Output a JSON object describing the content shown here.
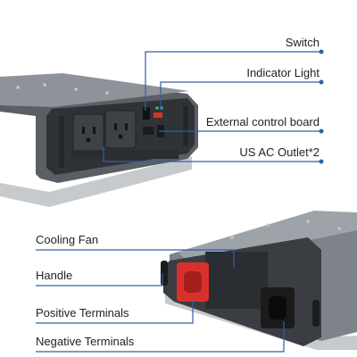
{
  "colors": {
    "callout_line": "#2f5fa7",
    "housing_dark": "#3b3e42",
    "housing_light": "#8a8f96",
    "positive_terminal": "#d8312b",
    "negative_terminal": "#1b1b1b",
    "accent_led": "#27c46b"
  },
  "top_labels": {
    "switch": "Switch",
    "indicator": "Indicator Light",
    "control_board": "External control board",
    "outlet": "US AC Outlet*2"
  },
  "bottom_labels": {
    "fan": "Cooling Fan",
    "handle": "Handle",
    "positive": "Positive Terminals",
    "negative": "Negative Terminals"
  }
}
